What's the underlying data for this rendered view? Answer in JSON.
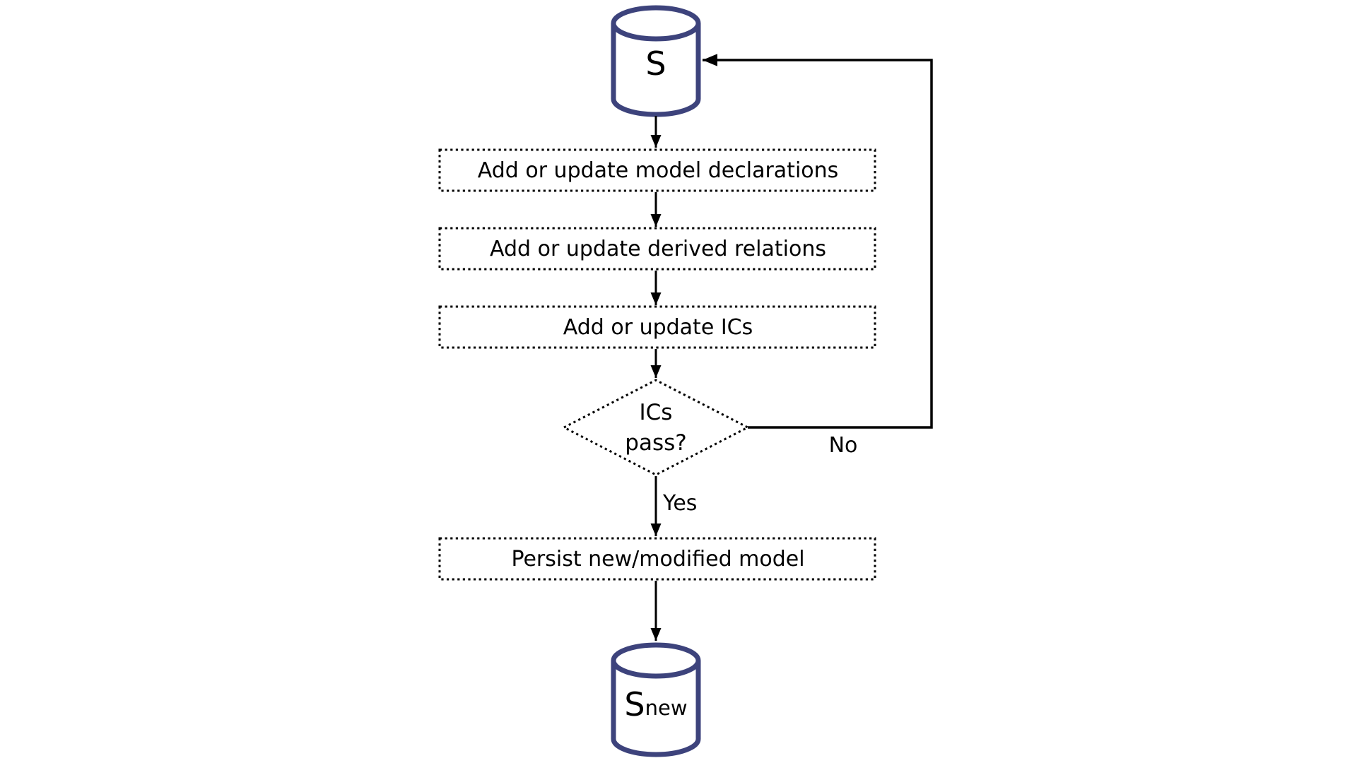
{
  "diagram": {
    "colors": {
      "background": "#ffffff",
      "line": "#000000",
      "cylinder_stroke": "#3d437c",
      "shape_fill": "#ffffff"
    },
    "nodes": {
      "source_db": {
        "label": "S"
      },
      "step1": {
        "label": "Add or update model declarations"
      },
      "step2": {
        "label": "Add or update derived relations"
      },
      "step3": {
        "label": "Add or update ICs"
      },
      "decision": {
        "line1": "ICs",
        "line2": "pass?"
      },
      "step4": {
        "label": "Persist new/modified model"
      },
      "result_db": {
        "label_base": "S",
        "label_subscript": "new"
      }
    },
    "edge_labels": {
      "yes": "Yes",
      "no": "No"
    }
  }
}
